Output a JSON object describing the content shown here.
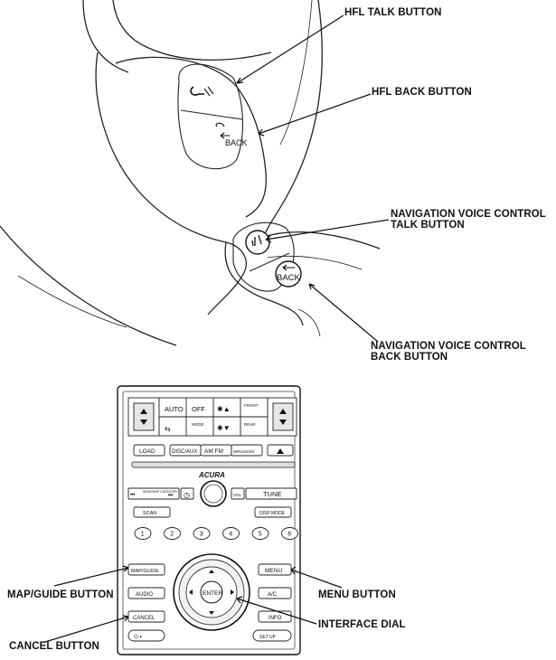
{
  "labels": {
    "hfl_talk": "HFL TALK BUTTON",
    "hfl_back": "HFL BACK BUTTON",
    "nav_talk_line1": "NAVIGATION VOICE CONTROL",
    "nav_talk_line2": "TALK BUTTON",
    "nav_back_line1": "NAVIGATION VOICE CONTROL",
    "nav_back_line2": "BACK BUTTON",
    "map_guide": "MAP/GUIDE BUTTON",
    "menu": "MENU BUTTON",
    "interface_dial": "INTERFACE DIAL",
    "cancel": "CANCEL BUTTON"
  },
  "wheel_buttons": {
    "back_text": "BACK",
    "nav_back_text": "BACK"
  },
  "panel": {
    "climate_auto": "AUTO",
    "climate_off": "OFF",
    "front_defrost": "FRONT",
    "rear_defrost": "REAR",
    "mode": "MODE",
    "load": "LOAD",
    "disc_aux": "DISC/AUX",
    "am_fm": "AM FM",
    "xm": "SIRIUS/XM",
    "brand": "ACURA",
    "seek_category": "SEEK/SKIP CATEGORY",
    "vol": "VOL",
    "tune": "TUNE",
    "scan": "SCAN",
    "disp_mode": "DISP MODE",
    "presets": [
      "1",
      "2",
      "3",
      "4",
      "5",
      "6"
    ],
    "map_guide": "MAP/GUIDE",
    "menu": "MENU",
    "audio": "AUDIO",
    "info_top": "A/C",
    "cancel": "CANCEL",
    "info": "INFO",
    "enter": "ENTER",
    "setup": "SET UP"
  }
}
